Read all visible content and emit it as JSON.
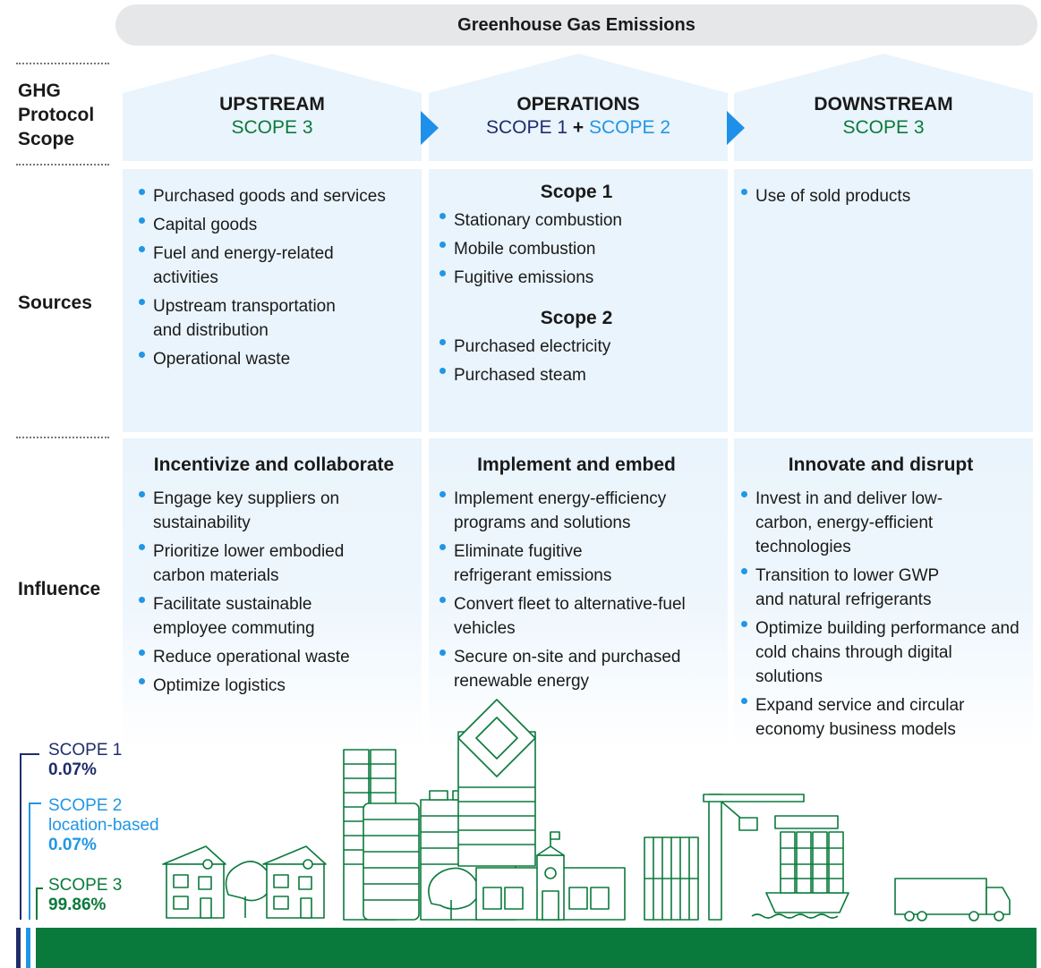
{
  "title": "Greenhouse Gas Emissions",
  "row_labels": {
    "scope_line1": "GHG",
    "scope_line2": "Protocol",
    "scope_line3": "Scope",
    "sources": "Sources",
    "influence": "Influence"
  },
  "columns": {
    "upstream": {
      "heading": "UPSTREAM",
      "scope": "SCOPE 3"
    },
    "operations": {
      "heading": "OPERATIONS",
      "scope_a": "SCOPE 1",
      "plus": "+",
      "scope_b": "SCOPE 2"
    },
    "downstream": {
      "heading": "DOWNSTREAM",
      "scope": "SCOPE 3"
    }
  },
  "sources": {
    "upstream": [
      "Purchased goods and services",
      "Capital goods",
      "Fuel and energy-related activities",
      "Upstream transportation and distribution",
      "Operational waste"
    ],
    "operations_scope1_title": "Scope 1",
    "operations_scope1": [
      "Stationary combustion",
      "Mobile combustion",
      "Fugitive emissions"
    ],
    "operations_scope2_title": "Scope 2",
    "operations_scope2": [
      "Purchased electricity",
      "Purchased steam"
    ],
    "downstream": [
      "Use of sold products"
    ]
  },
  "influence": {
    "upstream_title": "Incentivize and collaborate",
    "upstream": [
      "Engage key suppliers on sustainability",
      "Prioritize lower embodied carbon materials",
      "Facilitate sustainable employee commuting",
      "Reduce operational waste",
      "Optimize logistics"
    ],
    "operations_title": "Implement and embed",
    "operations": [
      "Implement energy-efficiency programs and solutions",
      "Eliminate fugitive refrigerant emissions",
      "Convert fleet to alternative-fuel vehicles",
      "Secure on-site and purchased renewable energy"
    ],
    "downstream_title": "Innovate and disrupt",
    "downstream": [
      "Invest in and deliver low-carbon, energy-efficient technologies",
      "Transition to lower GWP and natural refrigerants",
      "Optimize building performance and cold chains through digital solutions",
      "Expand service and circular economy business models"
    ]
  },
  "legend": {
    "scope1_label": "SCOPE 1",
    "scope1_pct": "0.07%",
    "scope2_label": "SCOPE 2",
    "scope2_sub": "location-based",
    "scope2_pct": "0.07%",
    "scope3_label": "SCOPE 3",
    "scope3_pct": "99.86%"
  },
  "colors": {
    "scope1": "#1f2d6b",
    "scope2": "#2196e6",
    "scope3": "#0a7a3c",
    "panel": "#eaf4fc",
    "title_bar": "#e6e7e9"
  },
  "icons": [
    "house-icon",
    "tree-icon",
    "tower-icon",
    "office-building-icon",
    "school-icon",
    "warehouse-icon",
    "port-crane-icon",
    "cargo-ship-icon",
    "truck-icon"
  ]
}
